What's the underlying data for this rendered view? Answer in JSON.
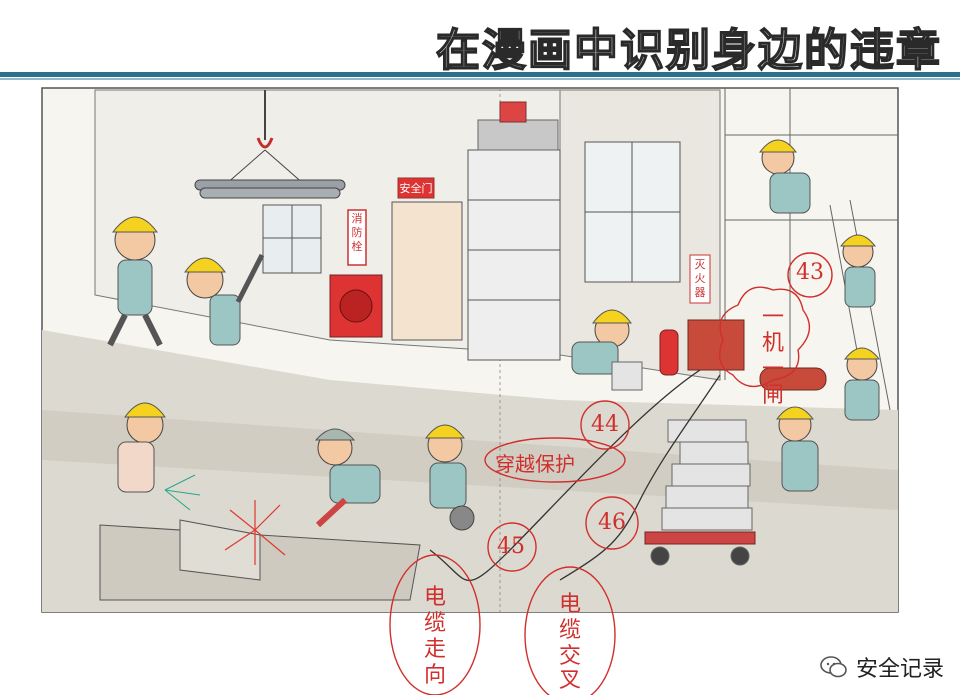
{
  "title": "在漫画中识别身边的违章",
  "signs": {
    "safety_door": "安全门",
    "hydrant": "消防栓",
    "extinguisher": "灭火器"
  },
  "annotations": {
    "n43": "43",
    "n44": "44",
    "n45": "45",
    "n46": "46",
    "cross_protect": "穿越保护",
    "machine_lines": [
      "一",
      "机",
      "一",
      "闸"
    ],
    "cable_route": [
      "电",
      "缆",
      "走",
      "向"
    ],
    "cable_cross": [
      "电",
      "缆",
      "交",
      "叉"
    ]
  },
  "watermark": {
    "icon": "wechat-icon",
    "label": "安全记录"
  },
  "colors": {
    "accent_rule": "#2e6f8e",
    "annotation_red": "#d0302d",
    "helmet_yellow": "#f4d21f",
    "uniform_teal": "#9cc6c3"
  }
}
